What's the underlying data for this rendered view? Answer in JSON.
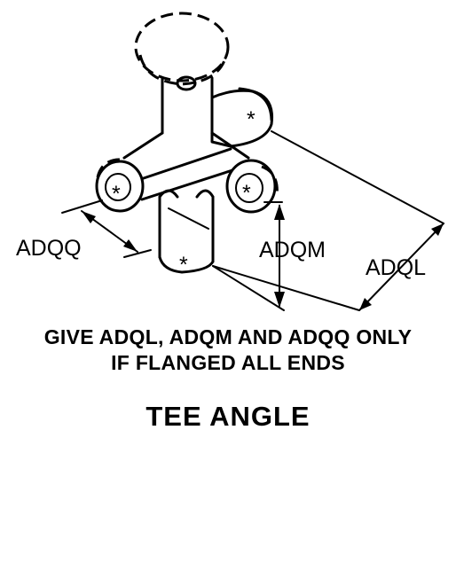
{
  "dimension_labels": {
    "adqq": "ADQQ",
    "adqm": "ADQM",
    "adql": "ADQL"
  },
  "end_marks": {
    "top_right": "*",
    "left": "*",
    "right": "*",
    "bottom": "*"
  },
  "note": {
    "line1": "GIVE ADQL, ADQM AND ADQQ ONLY",
    "line2": "IF FLANGED ALL ENDS"
  },
  "caption": "TEE ANGLE"
}
